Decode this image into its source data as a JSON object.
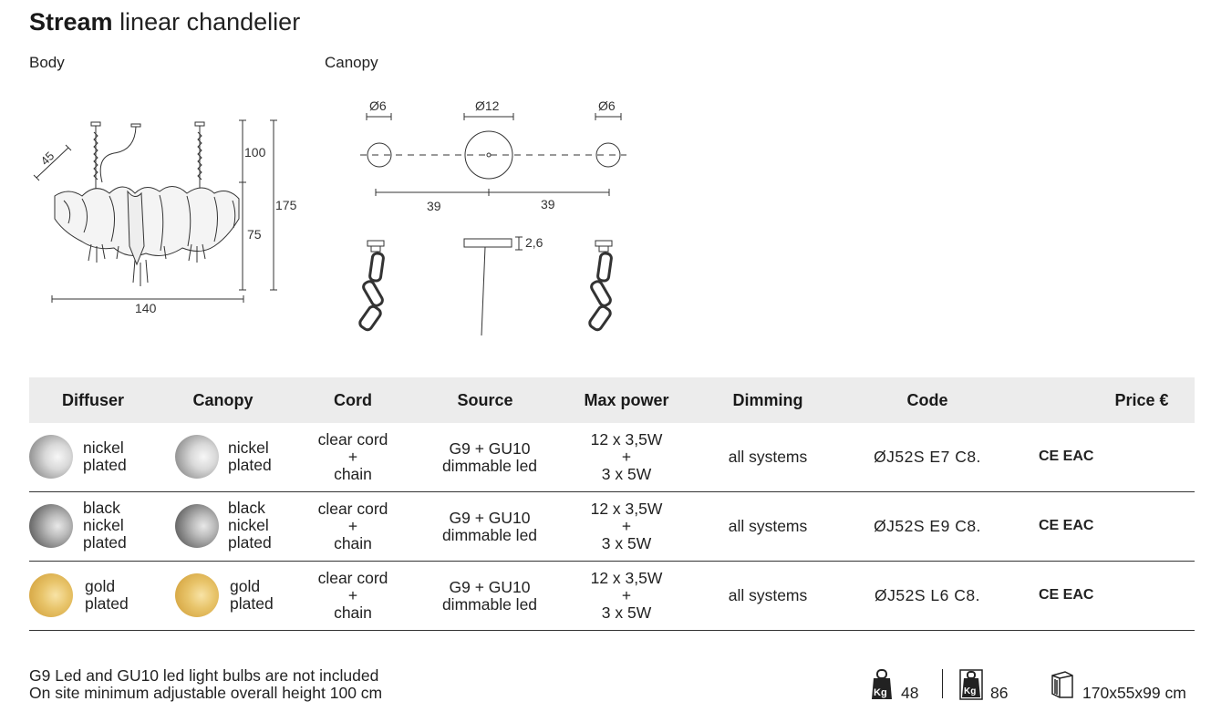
{
  "header": {
    "title_bold": "Stream",
    "title_light": "linear chandelier",
    "body_label": "Body",
    "canopy_label": "Canopy"
  },
  "drawing": {
    "dim_45": "45",
    "dim_100": "100",
    "dim_175": "175",
    "dim_75": "75",
    "dim_140": "140",
    "dia_left": "Ø6",
    "dia_center": "Ø12",
    "dia_right": "Ø6",
    "span_left": "39",
    "span_right": "39",
    "canopy_height": "2,6"
  },
  "table": {
    "headers": {
      "diffuser": "Diffuser",
      "canopy": "Canopy",
      "cord": "Cord",
      "source": "Source",
      "max_power": "Max power",
      "dimming": "Dimming",
      "code": "Code",
      "price": "Price €"
    },
    "rows": [
      {
        "diffuser_1": "nickel",
        "diffuser_2": "plated",
        "diffuser_3": "",
        "canopy_1": "nickel",
        "canopy_2": "plated",
        "canopy_3": "",
        "cord_1": "clear cord",
        "cord_2": "+",
        "cord_3": "chain",
        "source_1": "G9 + GU10",
        "source_2": "dimmable led",
        "power_1": "12 x 3,5W",
        "power_2": "+",
        "power_3": "3 x 5W",
        "dimming": "all systems",
        "code": "ØJ52S E7 C8.",
        "cert": "CE EAC",
        "swatch": "nickel",
        "swatch_color": "#c8c8c8"
      },
      {
        "diffuser_1": "black",
        "diffuser_2": "nickel",
        "diffuser_3": "plated",
        "canopy_1": "black",
        "canopy_2": "nickel",
        "canopy_3": "plated",
        "cord_1": "clear cord",
        "cord_2": "+",
        "cord_3": "chain",
        "source_1": "G9 + GU10",
        "source_2": "dimmable led",
        "power_1": "12 x 3,5W",
        "power_2": "+",
        "power_3": "3 x 5W",
        "dimming": "all systems",
        "code": "ØJ52S E9 C8.",
        "cert": "CE EAC",
        "swatch": "black-nickel",
        "swatch_color": "#8a8a8a"
      },
      {
        "diffuser_1": "gold",
        "diffuser_2": "plated",
        "diffuser_3": "",
        "canopy_1": "gold",
        "canopy_2": "plated",
        "canopy_3": "",
        "cord_1": "clear cord",
        "cord_2": "+",
        "cord_3": "chain",
        "source_1": "G9 + GU10",
        "source_2": "dimmable led",
        "power_1": "12 x 3,5W",
        "power_2": "+",
        "power_3": "3 x 5W",
        "dimming": "all systems",
        "code": "ØJ52S L6 C8.",
        "cert": "CE EAC",
        "swatch": "gold",
        "swatch_color": "#e2ba5c"
      }
    ]
  },
  "footer": {
    "note_1": "G9 Led and GU10 led light bulbs are not included",
    "note_2": "On site minimum adjustable overall height 100 cm",
    "net_weight_icon": "weight-kg-icon",
    "net_weight": "48",
    "gross_weight_icon": "weight-kg-icon",
    "gross_weight": "86",
    "package_icon": "package-box-icon",
    "package_size": "170x55x99 cm"
  }
}
